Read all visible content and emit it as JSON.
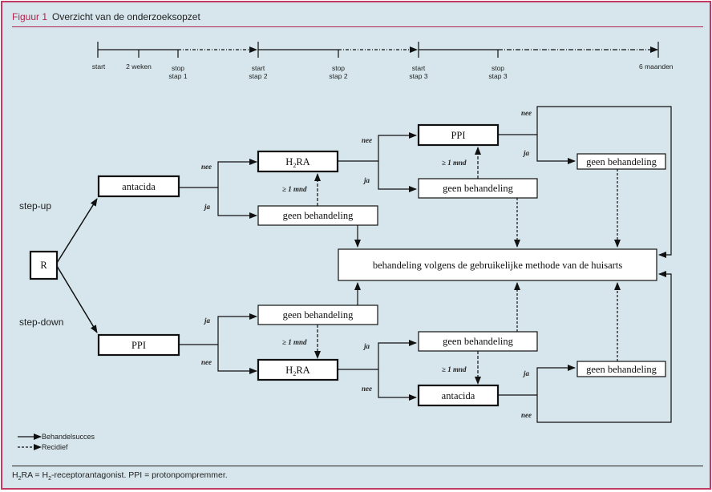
{
  "figure": {
    "number": "Figuur 1",
    "title": "Overzicht van de onderzoeksopzet",
    "colors": {
      "accent": "#b0244f",
      "background": "#d6e6ec",
      "box_fill": "#ffffff",
      "line": "#111111"
    }
  },
  "timeline": {
    "markers": [
      {
        "id": "start",
        "lines": [
          "start"
        ]
      },
      {
        "id": "2weken",
        "lines": [
          "2 weken"
        ]
      },
      {
        "id": "stop1",
        "lines": [
          "stop",
          "stap 1"
        ]
      },
      {
        "id": "start2",
        "lines": [
          "start",
          "stap 2"
        ]
      },
      {
        "id": "stop2",
        "lines": [
          "stop",
          "stap 2"
        ]
      },
      {
        "id": "start3",
        "lines": [
          "start",
          "stap 3"
        ]
      },
      {
        "id": "stop3",
        "lines": [
          "stop",
          "stap 3"
        ]
      },
      {
        "id": "end",
        "lines": [
          "6 maanden"
        ]
      }
    ]
  },
  "arms": {
    "up": "step-up",
    "down": "step-down"
  },
  "nodes": {
    "R": "R",
    "up_antacida": "antacida",
    "up_h2ra_main": "H",
    "up_h2ra_sub": "2",
    "up_h2ra_rest": "RA",
    "up_geen1": "geen behandeling",
    "up_ppi": "PPI",
    "up_geen2": "geen behandeling",
    "up_geen3": "geen behandeling",
    "central": "behandeling volgens de gebruikelijke methode van de huisarts",
    "down_ppi": "PPI",
    "down_geen1": "geen behandeling",
    "down_h2ra_main": "H",
    "down_h2ra_sub": "2",
    "down_h2ra_rest": "RA",
    "down_geen2": "geen behandeling",
    "down_antacida": "antacida",
    "down_geen3": "geen behandeling"
  },
  "labels": {
    "nee": "nee",
    "ja": "ja",
    "relapse": "≥ 1  mnd"
  },
  "legend": {
    "success": "Behandelsucces",
    "relapse": "Recidief"
  },
  "footnote": {
    "part1": "H",
    "sub1": "2",
    "part2": "RA = H",
    "sub2": "2",
    "part3": "-receptorantagonist. PPI = protonpompremmer."
  }
}
